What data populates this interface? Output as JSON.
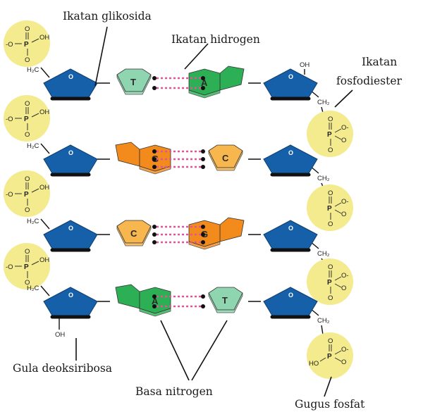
{
  "labels": {
    "glycosidic_bond": "Ikatan glikosida",
    "hydrogen_bond": "Ikatan hidrogen",
    "phosphodiester_1": "Ikatan",
    "phosphodiester_2": "fosfodiester",
    "deoxyribose": "Gula deoksiribosa",
    "nitrogen_base": "Basa nitrogen",
    "phosphate_group": "Gugus fosfat"
  },
  "chem": {
    "O": "O",
    "P": "P",
    "OH": "OH",
    "HO": "HO",
    "minusO": "-O",
    "Ominus": "O-",
    "CH2_left": "H₂C",
    "CH2_right": "CH₂"
  },
  "pairs": [
    {
      "left_base": "T",
      "right_base": "A",
      "left_type": "pyrimidine",
      "right_type": "purine",
      "left_color": "#8fd6b0",
      "right_color": "#2db055",
      "hbonds": 2
    },
    {
      "left_base": "G",
      "right_base": "C",
      "left_type": "purine",
      "right_type": "pyrimidine",
      "left_color": "#f28a1c",
      "right_color": "#f7b64e",
      "hbonds": 3
    },
    {
      "left_base": "C",
      "right_base": "G",
      "left_type": "pyrimidine",
      "right_type": "purine",
      "left_color": "#f7b64e",
      "right_color": "#f28a1c",
      "hbonds": 3
    },
    {
      "left_base": "A",
      "right_base": "T",
      "left_type": "purine",
      "right_type": "pyrimidine",
      "left_color": "#2db055",
      "right_color": "#8fd6b0",
      "hbonds": 2
    }
  ],
  "colors": {
    "sugar": "#1560a8",
    "phosphate": "#f3eb8e",
    "hbond": "#e0559a"
  }
}
